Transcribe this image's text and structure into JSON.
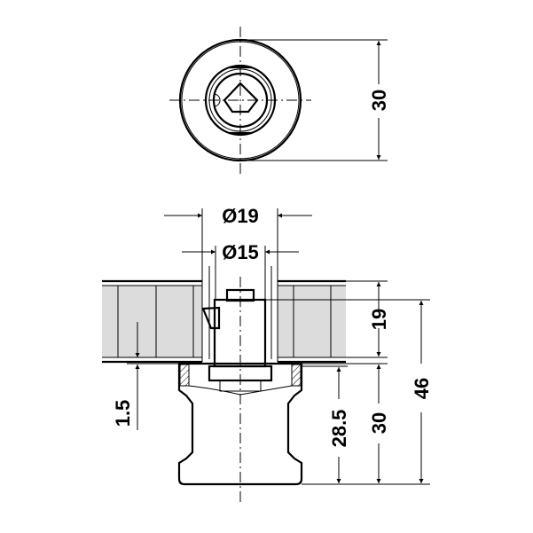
{
  "drawing": {
    "top_view_diameter": "30",
    "outer_hole_diameter": "Ø19",
    "inner_hole_diameter": "Ø15",
    "panel_thickness": "19",
    "gap": "1.5",
    "height_body": "28.5",
    "height_total_body": "30",
    "overall_height": "46"
  },
  "colors": {
    "panel_fill": "#dcdcdc",
    "line": "#000000"
  }
}
